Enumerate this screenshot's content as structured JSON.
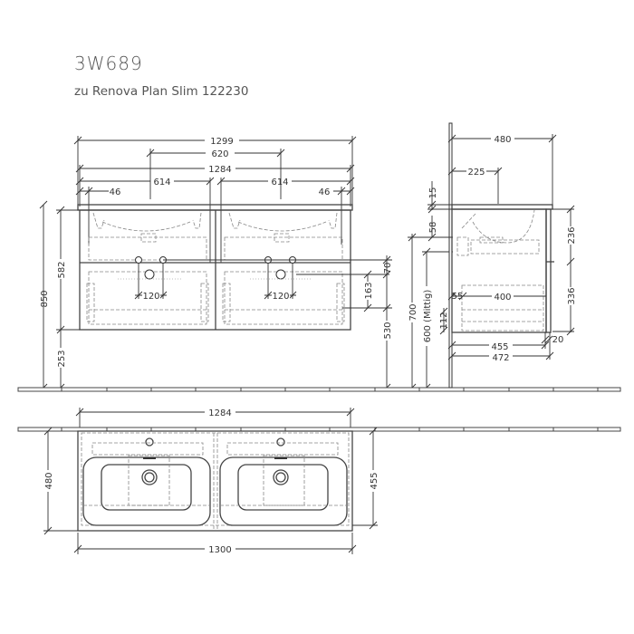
{
  "header": {
    "article_number": "3W689",
    "subtitle": "zu Renova Plan Slim 122230"
  },
  "front_view": {
    "dims_top": {
      "overall_top": "1299",
      "faucet_spacing": "620",
      "cabinet_width": "1284",
      "left_unit": "614",
      "right_unit": "614",
      "left_edge": "46",
      "right_edge": "46"
    },
    "dims_left": {
      "total_height": "850",
      "cabinet_height": "582",
      "floor_to_cabinet": "253"
    },
    "dims_right": {
      "offset_70": "70",
      "offset_163": "163",
      "height_530": "530",
      "height_700": "700",
      "height_600": "600 (Mittig)"
    },
    "drain_spacing": [
      "120",
      "120"
    ]
  },
  "side_view": {
    "depth_top": "480",
    "faucet_offset": "225",
    "top_thickness": "15",
    "basin_depth": "58",
    "upper_drawer": "236",
    "lower_drawer": "336",
    "offset_55": "55",
    "inner_400": "400",
    "offset_112": "112",
    "depth_455": "455",
    "depth_472": "472",
    "front_20": "20"
  },
  "plan_view": {
    "cabinet_width": "1284",
    "overall_width": "1300",
    "depth_480": "480",
    "depth_455": "455"
  }
}
